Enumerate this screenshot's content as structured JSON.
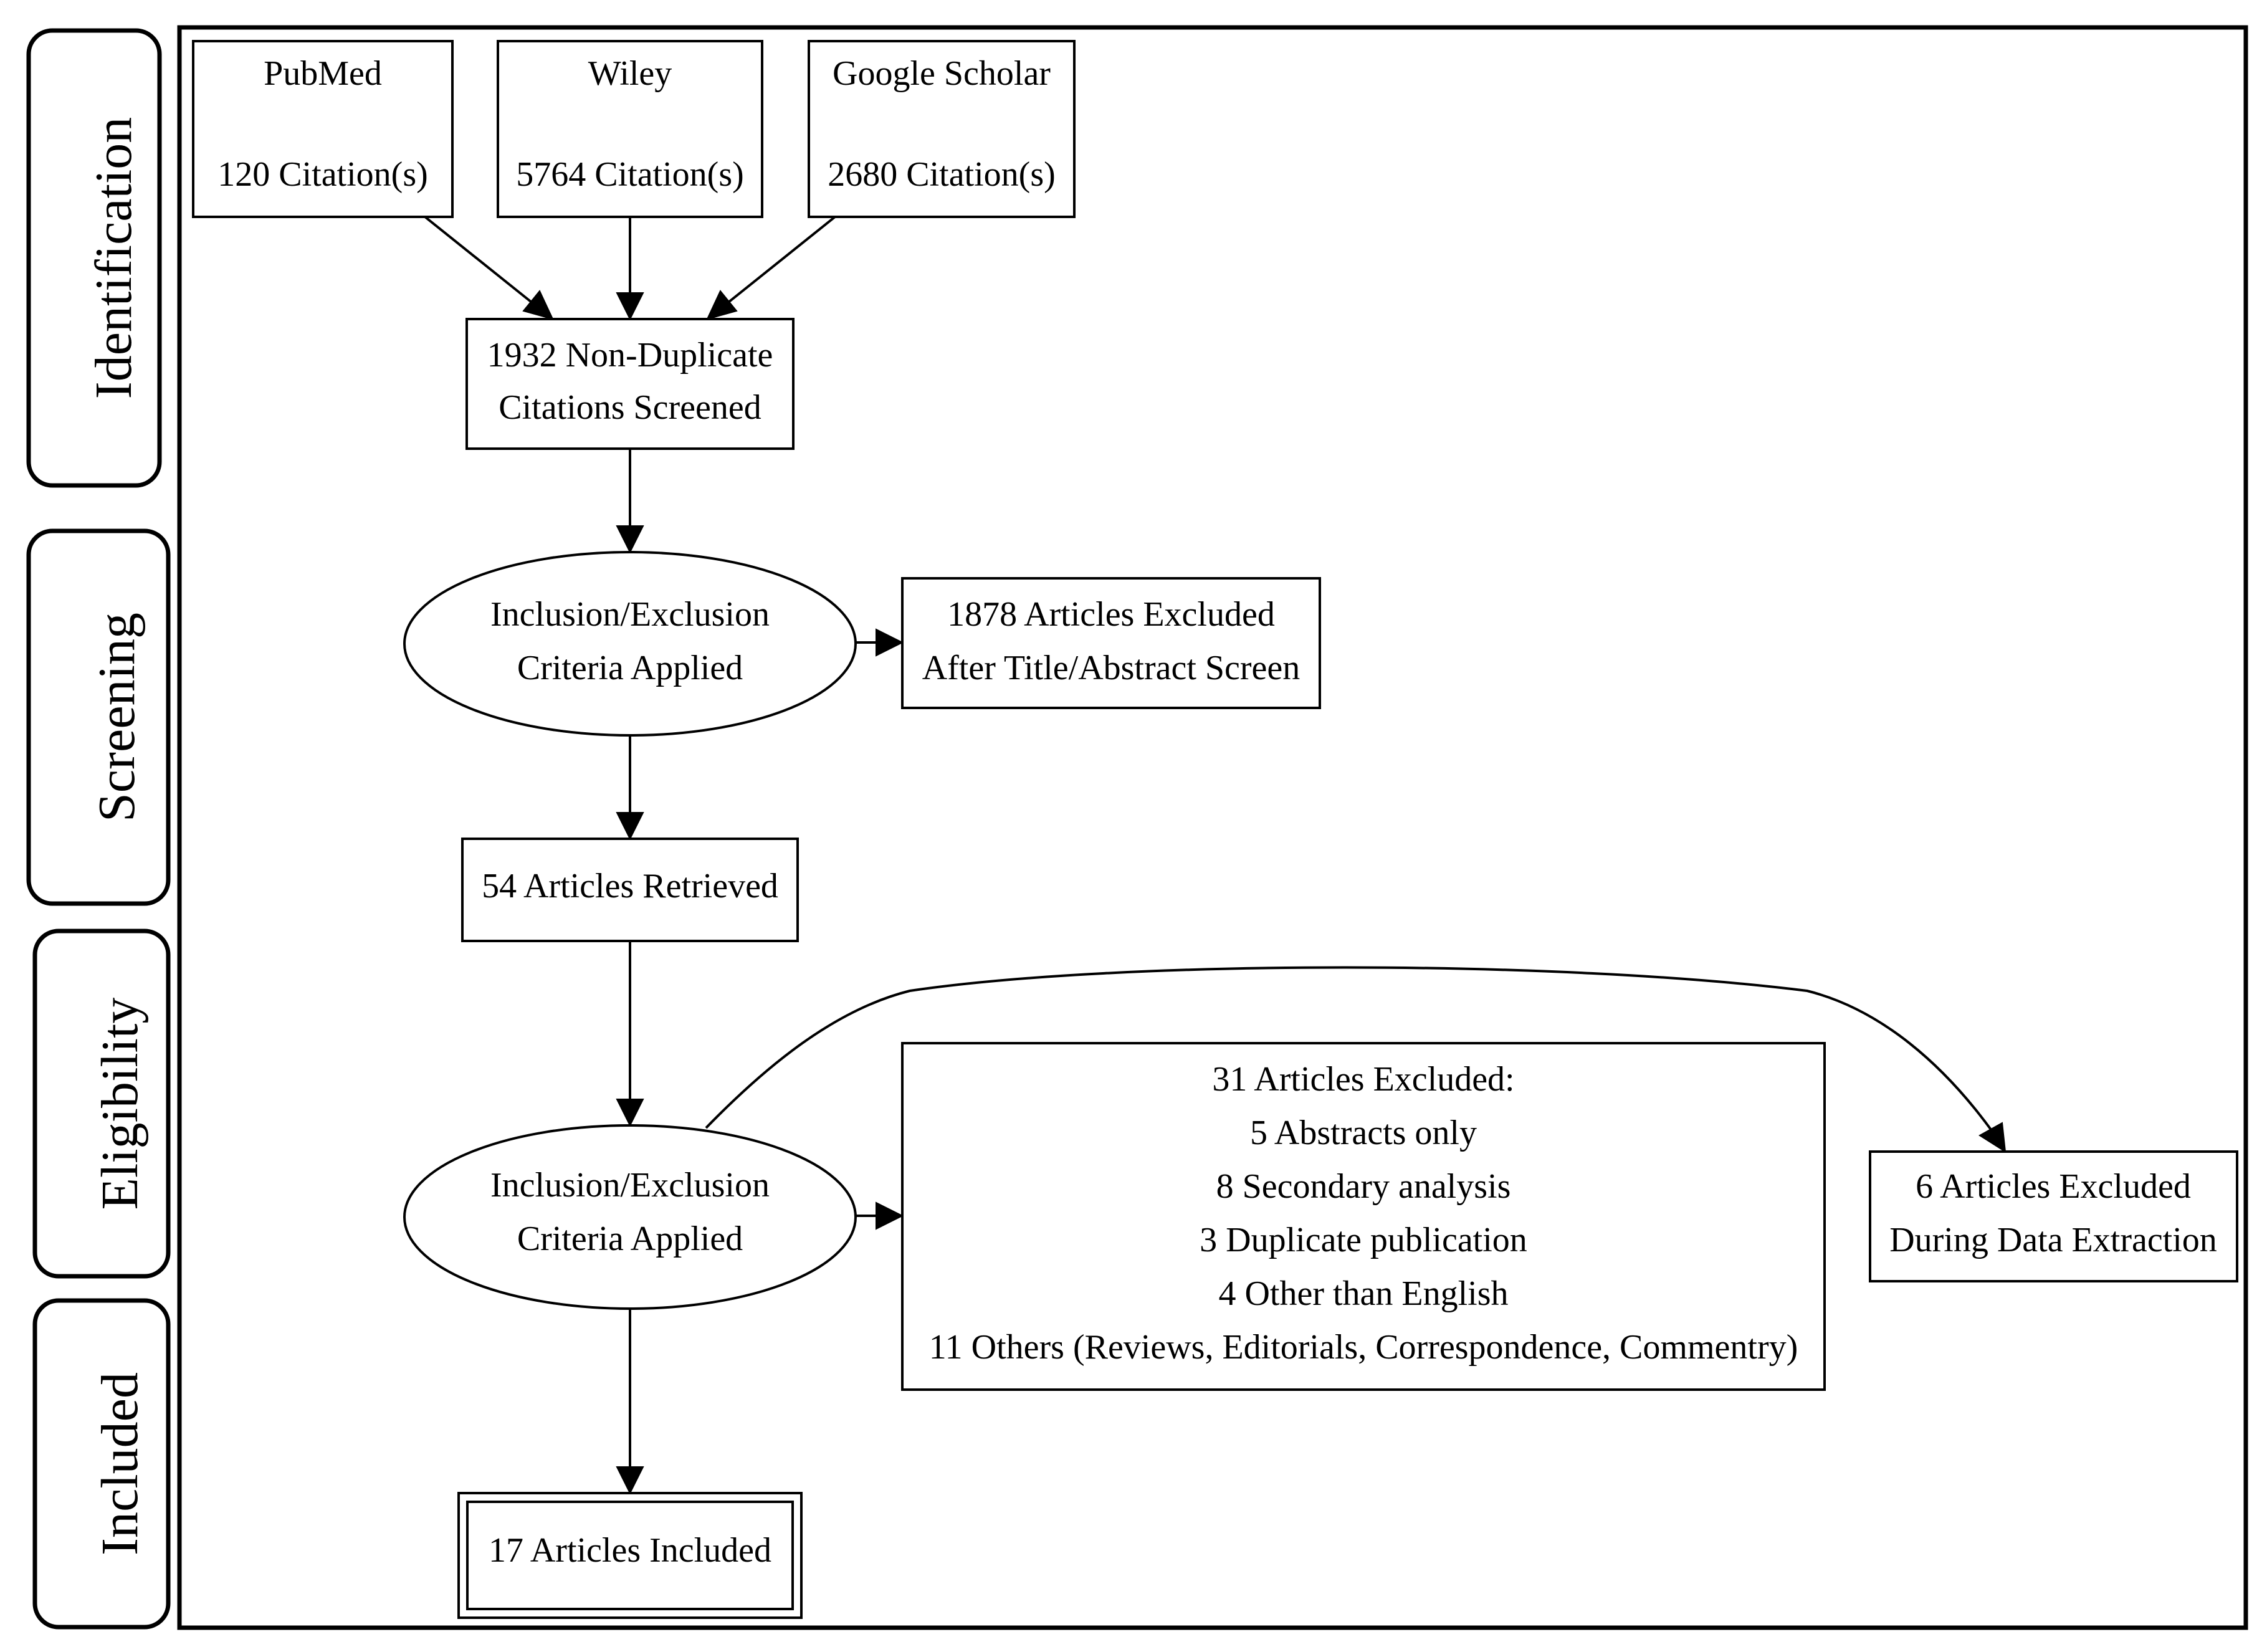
{
  "stages": [
    {
      "id": "identification",
      "label": "Identification"
    },
    {
      "id": "screening",
      "label": "Screening"
    },
    {
      "id": "eligibility",
      "label": "Eligibility"
    },
    {
      "id": "included",
      "label": "Included"
    }
  ],
  "nodes": {
    "pubmed": {
      "lines": [
        "PubMed",
        "120  Citation(s)"
      ]
    },
    "wiley": {
      "lines": [
        "Wiley",
        "5764 Citation(s)"
      ]
    },
    "google_scholar": {
      "lines": [
        "Google Scholar",
        "2680 Citation(s)"
      ]
    },
    "non_duplicate": {
      "lines": [
        "1932 Non-Duplicate",
        "Citations Screened"
      ]
    },
    "criteria_1": {
      "lines": [
        "Inclusion/Exclusion",
        "Criteria Applied"
      ]
    },
    "excluded_title_abstract": {
      "lines": [
        "1878 Articles Excluded",
        "After Title/Abstract Screen"
      ]
    },
    "retrieved": {
      "lines": [
        "54 Articles Retrieved"
      ]
    },
    "criteria_2": {
      "lines": [
        "Inclusion/Exclusion",
        "Criteria Applied"
      ]
    },
    "excluded_31": {
      "lines": [
        "31 Articles Excluded:",
        "5 Abstracts only",
        "8 Secondary analysis",
        "3 Duplicate publication",
        "4 Other than English",
        "11 Others (Reviews, Editorials, Correspondence, Commentry)"
      ]
    },
    "excluded_extraction": {
      "lines": [
        "6 Articles Excluded",
        "During Data Extraction"
      ]
    },
    "included": {
      "lines": [
        "17 Articles Included"
      ]
    }
  }
}
